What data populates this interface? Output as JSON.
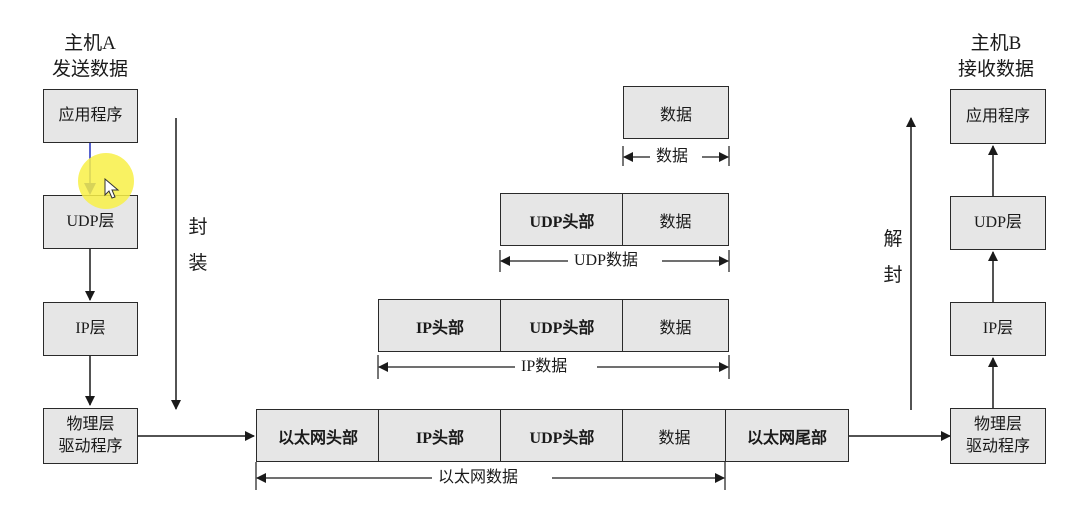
{
  "host_a": {
    "title_line1": "主机A",
    "title_line2": "发送数据",
    "layers": [
      "应用程序",
      "UDP层",
      "IP层",
      "物理层\n驱动程序"
    ]
  },
  "host_b": {
    "title_line1": "主机B",
    "title_line2": "接收数据",
    "layers": [
      "应用程序",
      "UDP层",
      "IP层",
      "物理层\n驱动程序"
    ]
  },
  "encapsulate_label": [
    "封",
    "装"
  ],
  "decapsulate_label": [
    "解",
    "封"
  ],
  "packets": {
    "row1": {
      "cells": [
        "数据"
      ],
      "span_label": "数据"
    },
    "row2": {
      "cells": [
        "UDP头部",
        "数据"
      ],
      "span_label": "UDP数据"
    },
    "row3": {
      "cells": [
        "IP头部",
        "UDP头部",
        "数据"
      ],
      "span_label": "IP数据"
    },
    "row4": {
      "cells": [
        "以太网头部",
        "IP头部",
        "UDP头部",
        "数据",
        "以太网尾部"
      ],
      "span_label": "以太网数据"
    }
  },
  "colors": {
    "box_fill": "#e6e6e6",
    "border": "#2a2a2a",
    "cursor_arrow": "#1f2fbf",
    "cursor_highlight": "#f8f046"
  }
}
